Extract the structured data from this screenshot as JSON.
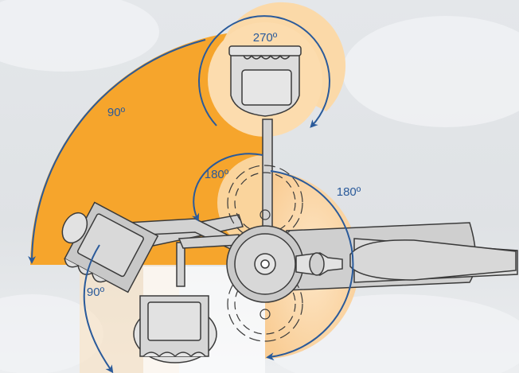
{
  "labels": {
    "top": "270º",
    "upper_left": "90º",
    "center_left": "180º",
    "center_right": "180º",
    "lower_left": "90º"
  },
  "colors": {
    "arrow": "#2a5a9a",
    "orange": "#f6a52c",
    "peach": "#fbd9a8",
    "metal": "#d6d6d6",
    "outline": "#3a3a3a"
  }
}
